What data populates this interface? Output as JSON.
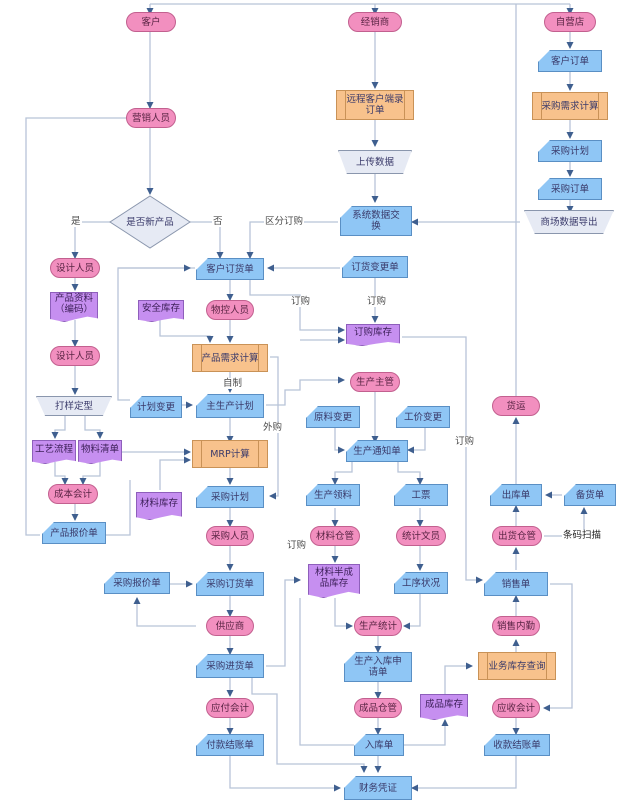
{
  "colors": {
    "terminal": "#f28fbf",
    "data": "#8fc6f5",
    "process": "#f8c28c",
    "document": "#c68ff0",
    "manual": "#e6eaf4",
    "connector": "#b8c4d8",
    "arrow": "#3f5f8f"
  },
  "nodes": {
    "customer": "客户",
    "distributor": "经销商",
    "own_store": "自营店",
    "sales_staff": "营销人员",
    "remote_order": "远程客户端录\n订单",
    "upload_data": "上传数据",
    "store_customer_order": "客户订单",
    "purchase_demand_calc": "采购需求计算",
    "store_purchase_plan": "采购计划",
    "store_purchase_order": "采购订单",
    "mall_data_export": "商场数据导出",
    "is_new_product": "是否新产品",
    "system_data_exchange": "系统数据交\n换",
    "designer_1": "设计人员",
    "customer_order_form": "客户订货单",
    "order_change_form": "订货变更单",
    "product_data": "产品资料\n（编码）",
    "safety_stock": "安全库存",
    "material_controller": "物控人员",
    "order_stock": "订购库存",
    "designer_2": "设计人员",
    "product_demand_calc": "产品需求计算",
    "production_supervisor": "生产主管",
    "sample_finalize": "打样定型",
    "plan_change": "计划变更",
    "master_production_plan": "主生产计划",
    "material_change": "原料变更",
    "labor_price_change": "工价变更",
    "shipping": "货运",
    "process_flow": "工艺流程",
    "bill_of_materials": "物料清单",
    "mrp_calc": "MRP计算",
    "production_notice": "生产通知单",
    "cost_accounting": "成本会计",
    "material_stock": "材料库存",
    "purchase_plan": "采购计划",
    "production_material": "生产领料",
    "work_ticket": "工票",
    "outbound_form": "出库单",
    "stock_prep_form": "备货单",
    "product_quote": "产品报价单",
    "buyer": "采购人员",
    "material_warehouse": "材料仓管",
    "stats_clerk": "统计文员",
    "shipping_warehouse": "出货仓管",
    "barcode_scan": "条码扫描",
    "material_semi_stock": "材料半成\n品库存",
    "purchase_quote": "采购报价单",
    "purchase_order_form": "采购订货单",
    "process_status": "工序状况",
    "sales_order": "销售单",
    "supplier": "供应商",
    "production_stats": "生产统计",
    "sales_clerk": "销售内勤",
    "purchase_receipt": "采购进货单",
    "warehouse_entry_request": "生产入库申\n请单",
    "business_stock_query": "业务库存查询",
    "payable_accounting": "应付会计",
    "finished_warehouse": "成品仓管",
    "finished_stock": "成品库存",
    "receivable_accounting": "应收会计",
    "payment_settlement": "付款结账单",
    "warehouse_entry": "入库单",
    "collection_settlement": "收款结账单",
    "financial_voucher": "财务凭证"
  },
  "edge_labels": {
    "yes": "是",
    "no": "否",
    "split_order": "区分订购",
    "order_1": "订购",
    "order_2": "订购",
    "order_3": "订购",
    "order_4": "订购",
    "self_made": "自制",
    "outsourced": "外购"
  }
}
